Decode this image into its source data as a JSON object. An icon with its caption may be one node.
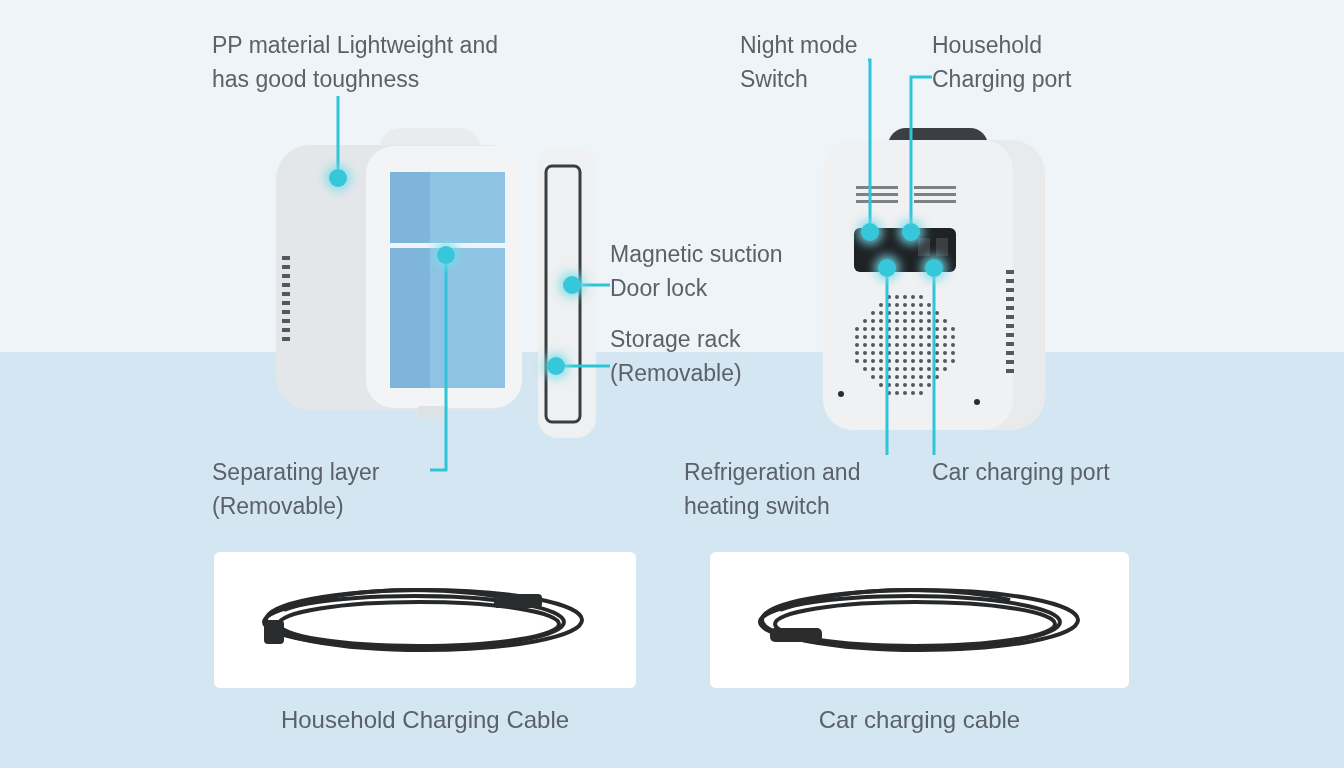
{
  "diagram": {
    "nodes": [
      {
        "text": [
          "PP material Lightweight and has good toughness"
        ]
      },
      {
        "text": [],
        "shape": "circle"
      },
      {
        "text": [
          "Separating layer (Removable)"
        ]
      },
      {
        "text": [],
        "shape": "circle"
      },
      {
        "text": [
          "Magnetic suction Door lock"
        ]
      },
      {
        "text": [],
        "shape": "circle"
      },
      {
        "text": [
          "Storage rack (Removable)"
        ]
      },
      {
        "text": [],
        "shape": "circle"
      },
      {
        "text": [
          "Night mode Switch"
        ]
      },
      {
        "text": [],
        "shape": "circle"
      },
      {
        "text": [
          "Household Charging port"
        ]
      },
      {
        "text": [],
        "shape": "circle"
      },
      {
        "text": [
          "Refrigeration and heating switch"
        ]
      },
      {
        "text": [],
        "shape": "circle"
      },
      {
        "text": [
          "Car charging port"
        ]
      },
      {
        "text": [],
        "shape": "circle"
      },
      {
        "text": [],
        "shape": "picture",
        "beside": [
          "Household Charging Cable"
        ]
      },
      {
        "text": [],
        "shape": "picture",
        "beside": [
          "Car charging cable"
        ]
      }
    ],
    "edges": [
      {
        "from": 0,
        "to": 1,
        "arrow": "none"
      },
      {
        "from": 2,
        "to": 3,
        "arrow": "none"
      },
      {
        "from": 4,
        "to": 5,
        "arrow": "none"
      },
      {
        "from": 6,
        "to": 7,
        "arrow": "none"
      },
      {
        "from": 8,
        "to": 9,
        "arrow": "none"
      },
      {
        "from": 10,
        "to": 11,
        "arrow": "none"
      },
      {
        "from": 12,
        "to": 13,
        "arrow": "none"
      },
      {
        "from": 14,
        "to": 15,
        "arrow": "none"
      }
    ]
  }
}
